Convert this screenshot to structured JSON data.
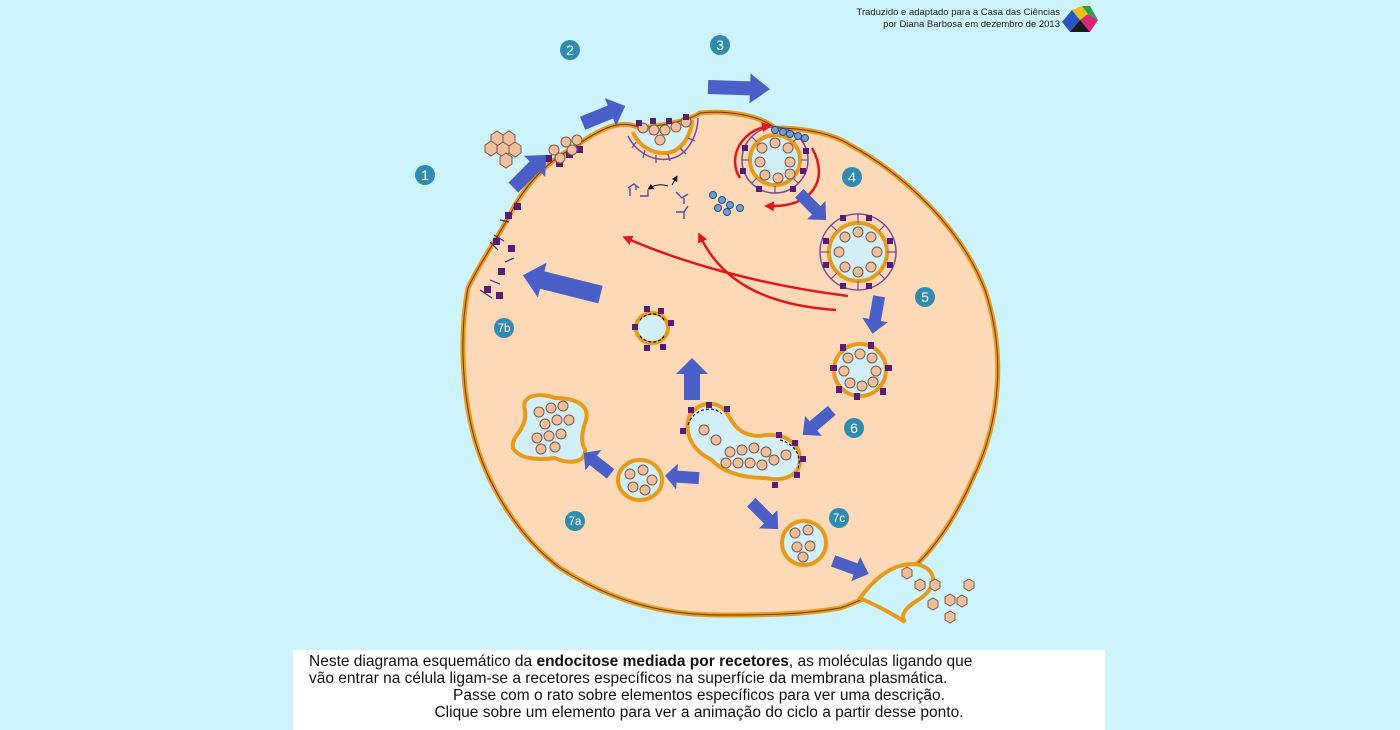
{
  "credit": {
    "line1": "Traduzido e adaptado para a Casa das Ciências",
    "line2": "por Diana Barbosa em dezembro de 2013"
  },
  "icons": {
    "logo": "casa-das-ciencias-logo",
    "step_badge": "numbered-circle-icon",
    "arrow": "blue-flow-arrow-icon",
    "recycle_arrow": "red-recycling-arrow-icon"
  },
  "colors": {
    "background": "#cdf3fb",
    "cytoplasm": "#fdd9b8",
    "membrane": "#e89a1a",
    "badge": "#2f8bb0",
    "flow_arrow": "#4a5fc7",
    "recycle_arrow": "#e01818",
    "receptor": "#5a1a78",
    "ligand": "#f2bf9c",
    "vesicle_lumen": "#d3f0f8"
  },
  "steps": [
    {
      "label": "1"
    },
    {
      "label": "2"
    },
    {
      "label": "3"
    },
    {
      "label": "4"
    },
    {
      "label": "5"
    },
    {
      "label": "6"
    },
    {
      "label": "7a"
    },
    {
      "label": "7b"
    },
    {
      "label": "7c"
    }
  ],
  "caption": {
    "line1_pre": "Neste diagrama esquemático da ",
    "line1_bold": "endocitose mediada por recetores",
    "line1_post": ", as moléculas ligando que",
    "line2": "vão entrar na célula ligam-se a recetores específicos na superfície da membrana plasmática.",
    "line3": "Passe com o rato sobre elementos específicos para ver uma descrição.",
    "line4": "Clique sobre um elemento para ver a animação do ciclo a partir desse ponto."
  }
}
